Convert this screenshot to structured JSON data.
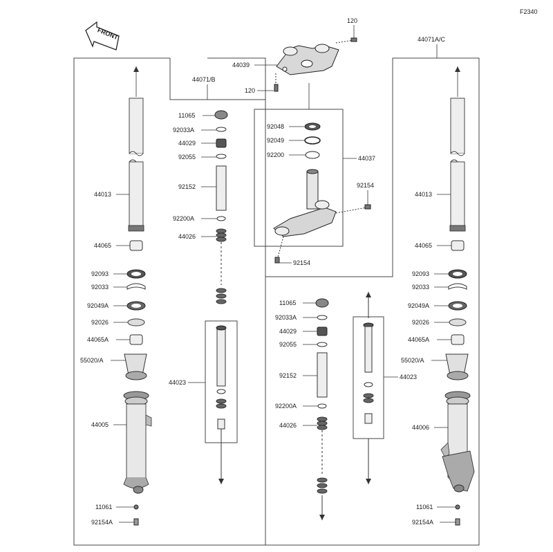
{
  "figure_code": "F2340",
  "front_label": "FRONT",
  "left_assembly": {
    "group_label": "44071/B",
    "inner_group_label": "44023",
    "parts": [
      "11065",
      "92033A",
      "44029",
      "92055",
      "92152",
      "92200A",
      "44026",
      "44013",
      "44065",
      "92093",
      "92033",
      "92049A",
      "92026",
      "44065A",
      "55020/A",
      "44005",
      "11061",
      "92154A"
    ]
  },
  "right_assembly": {
    "group_label": "44071A/C",
    "inner_group_label": "44023",
    "parts": [
      "11065",
      "92033A",
      "44029",
      "92055",
      "92152",
      "92200A",
      "44026",
      "44013",
      "44065",
      "92093",
      "92033",
      "92049A",
      "92026",
      "44065A",
      "55020/A",
      "44006",
      "11061",
      "92154A"
    ]
  },
  "steering": {
    "upper_clamp": "44039",
    "bolt_top": "120",
    "bolt_left": "120",
    "stem_group": "44037",
    "parts": [
      "92048",
      "92049",
      "92200",
      "92154",
      "92154"
    ]
  },
  "colors": {
    "line": "#333333",
    "part_fill": "#eeeeee",
    "part_dark": "#6f6f6f",
    "accent": "#cc2222"
  }
}
